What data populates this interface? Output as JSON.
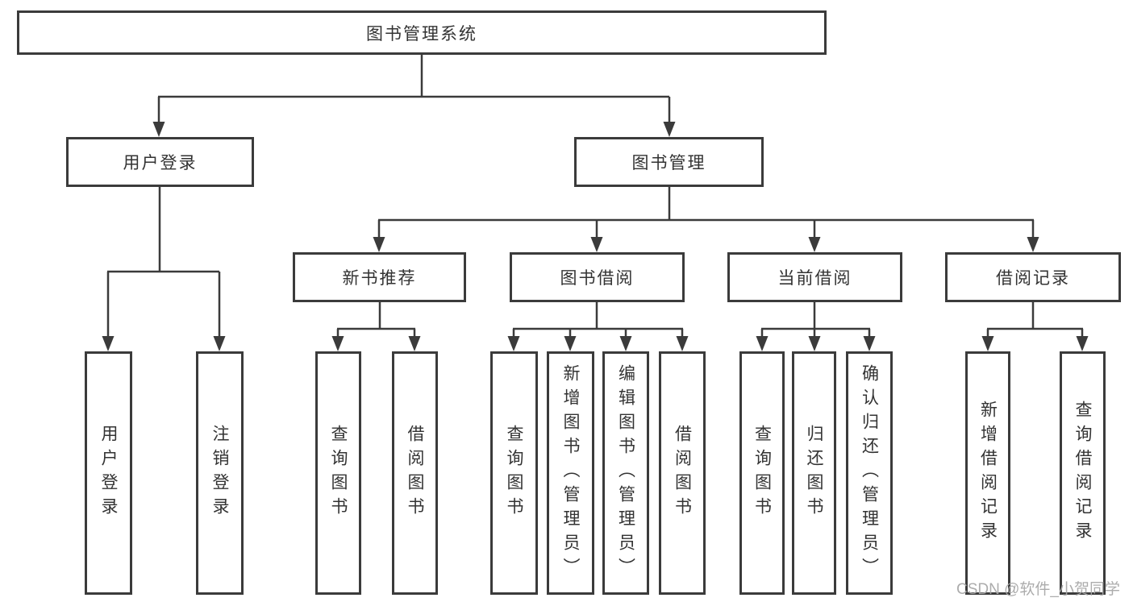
{
  "tree": {
    "root": "图书管理系统",
    "children": [
      {
        "label": "用户登录",
        "leaves": [
          "用户登录",
          "注销登录"
        ]
      },
      {
        "label": "图书管理",
        "children": [
          {
            "label": "新书推荐",
            "leaves": [
              "查询图书",
              "借阅图书"
            ]
          },
          {
            "label": "图书借阅",
            "leaves": [
              "查询图书",
              "新增图书（管理员）",
              "编辑图书（管理员）",
              "借阅图书"
            ]
          },
          {
            "label": "当前借阅",
            "leaves": [
              "查询图书",
              "归还图书",
              "确认归还（管理员）"
            ]
          },
          {
            "label": "借阅记录",
            "leaves": [
              "新增借阅记录",
              "查询借阅记录"
            ]
          }
        ]
      }
    ]
  },
  "colors": {
    "line": "#3b3b3b",
    "box_border": "#3b3b3b",
    "text": "#333333",
    "watermark": "#a8a8a8"
  },
  "watermark": "CSDN @软件_小贺同学"
}
